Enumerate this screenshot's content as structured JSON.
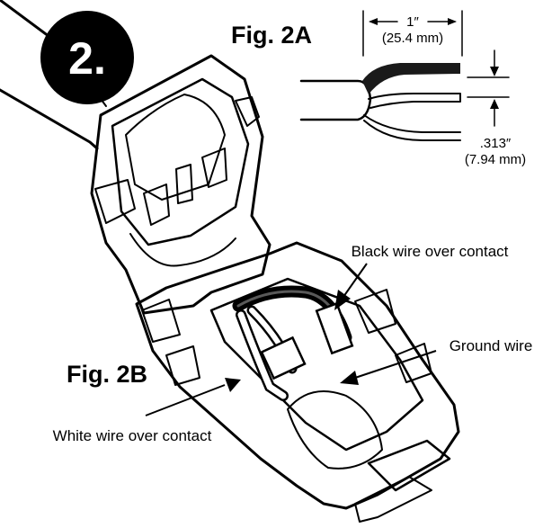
{
  "step_badge": "2.",
  "fig_2a": {
    "title": "Fig. 2A",
    "length_imperial": "1″",
    "length_metric": "(25.4 mm)",
    "spacing_imperial": ".313″",
    "spacing_metric": "(7.94 mm)"
  },
  "fig_2b": {
    "title": "Fig. 2B",
    "black_wire_label": "Black wire over contact",
    "ground_wire_label": "Ground wire",
    "white_wire_label": "White wire over contact"
  },
  "colors": {
    "ink": "#000000",
    "paper": "#ffffff",
    "black_wire": "#1a1a1a"
  }
}
